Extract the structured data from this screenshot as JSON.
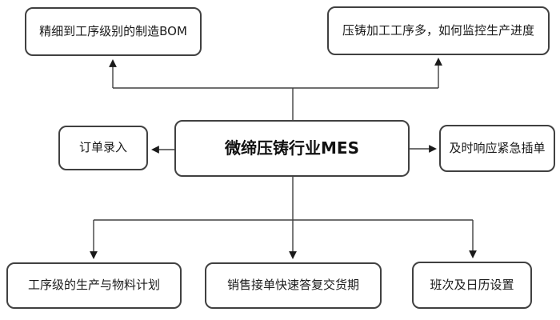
{
  "diagram": {
    "title_node": {
      "label": "微缔压铸行业MES"
    },
    "nodes": {
      "top_left": {
        "label": "精细到工序级别的制造BOM"
      },
      "top_right": {
        "label": "压铸加工工序多，如何监控生产进度"
      },
      "mid_left": {
        "label": "订单录入"
      },
      "mid_right": {
        "label": "及时响应紧急插单"
      },
      "bottom_left": {
        "label": "工序级的生产与物料计划"
      },
      "bottom_center": {
        "label": "销售接单快速答复交货期"
      },
      "bottom_right": {
        "label": "班次及日历设置"
      }
    },
    "style": {
      "line_color": "#404040",
      "box_background": "#ffffff",
      "text_color": "#1a1a1a"
    }
  }
}
